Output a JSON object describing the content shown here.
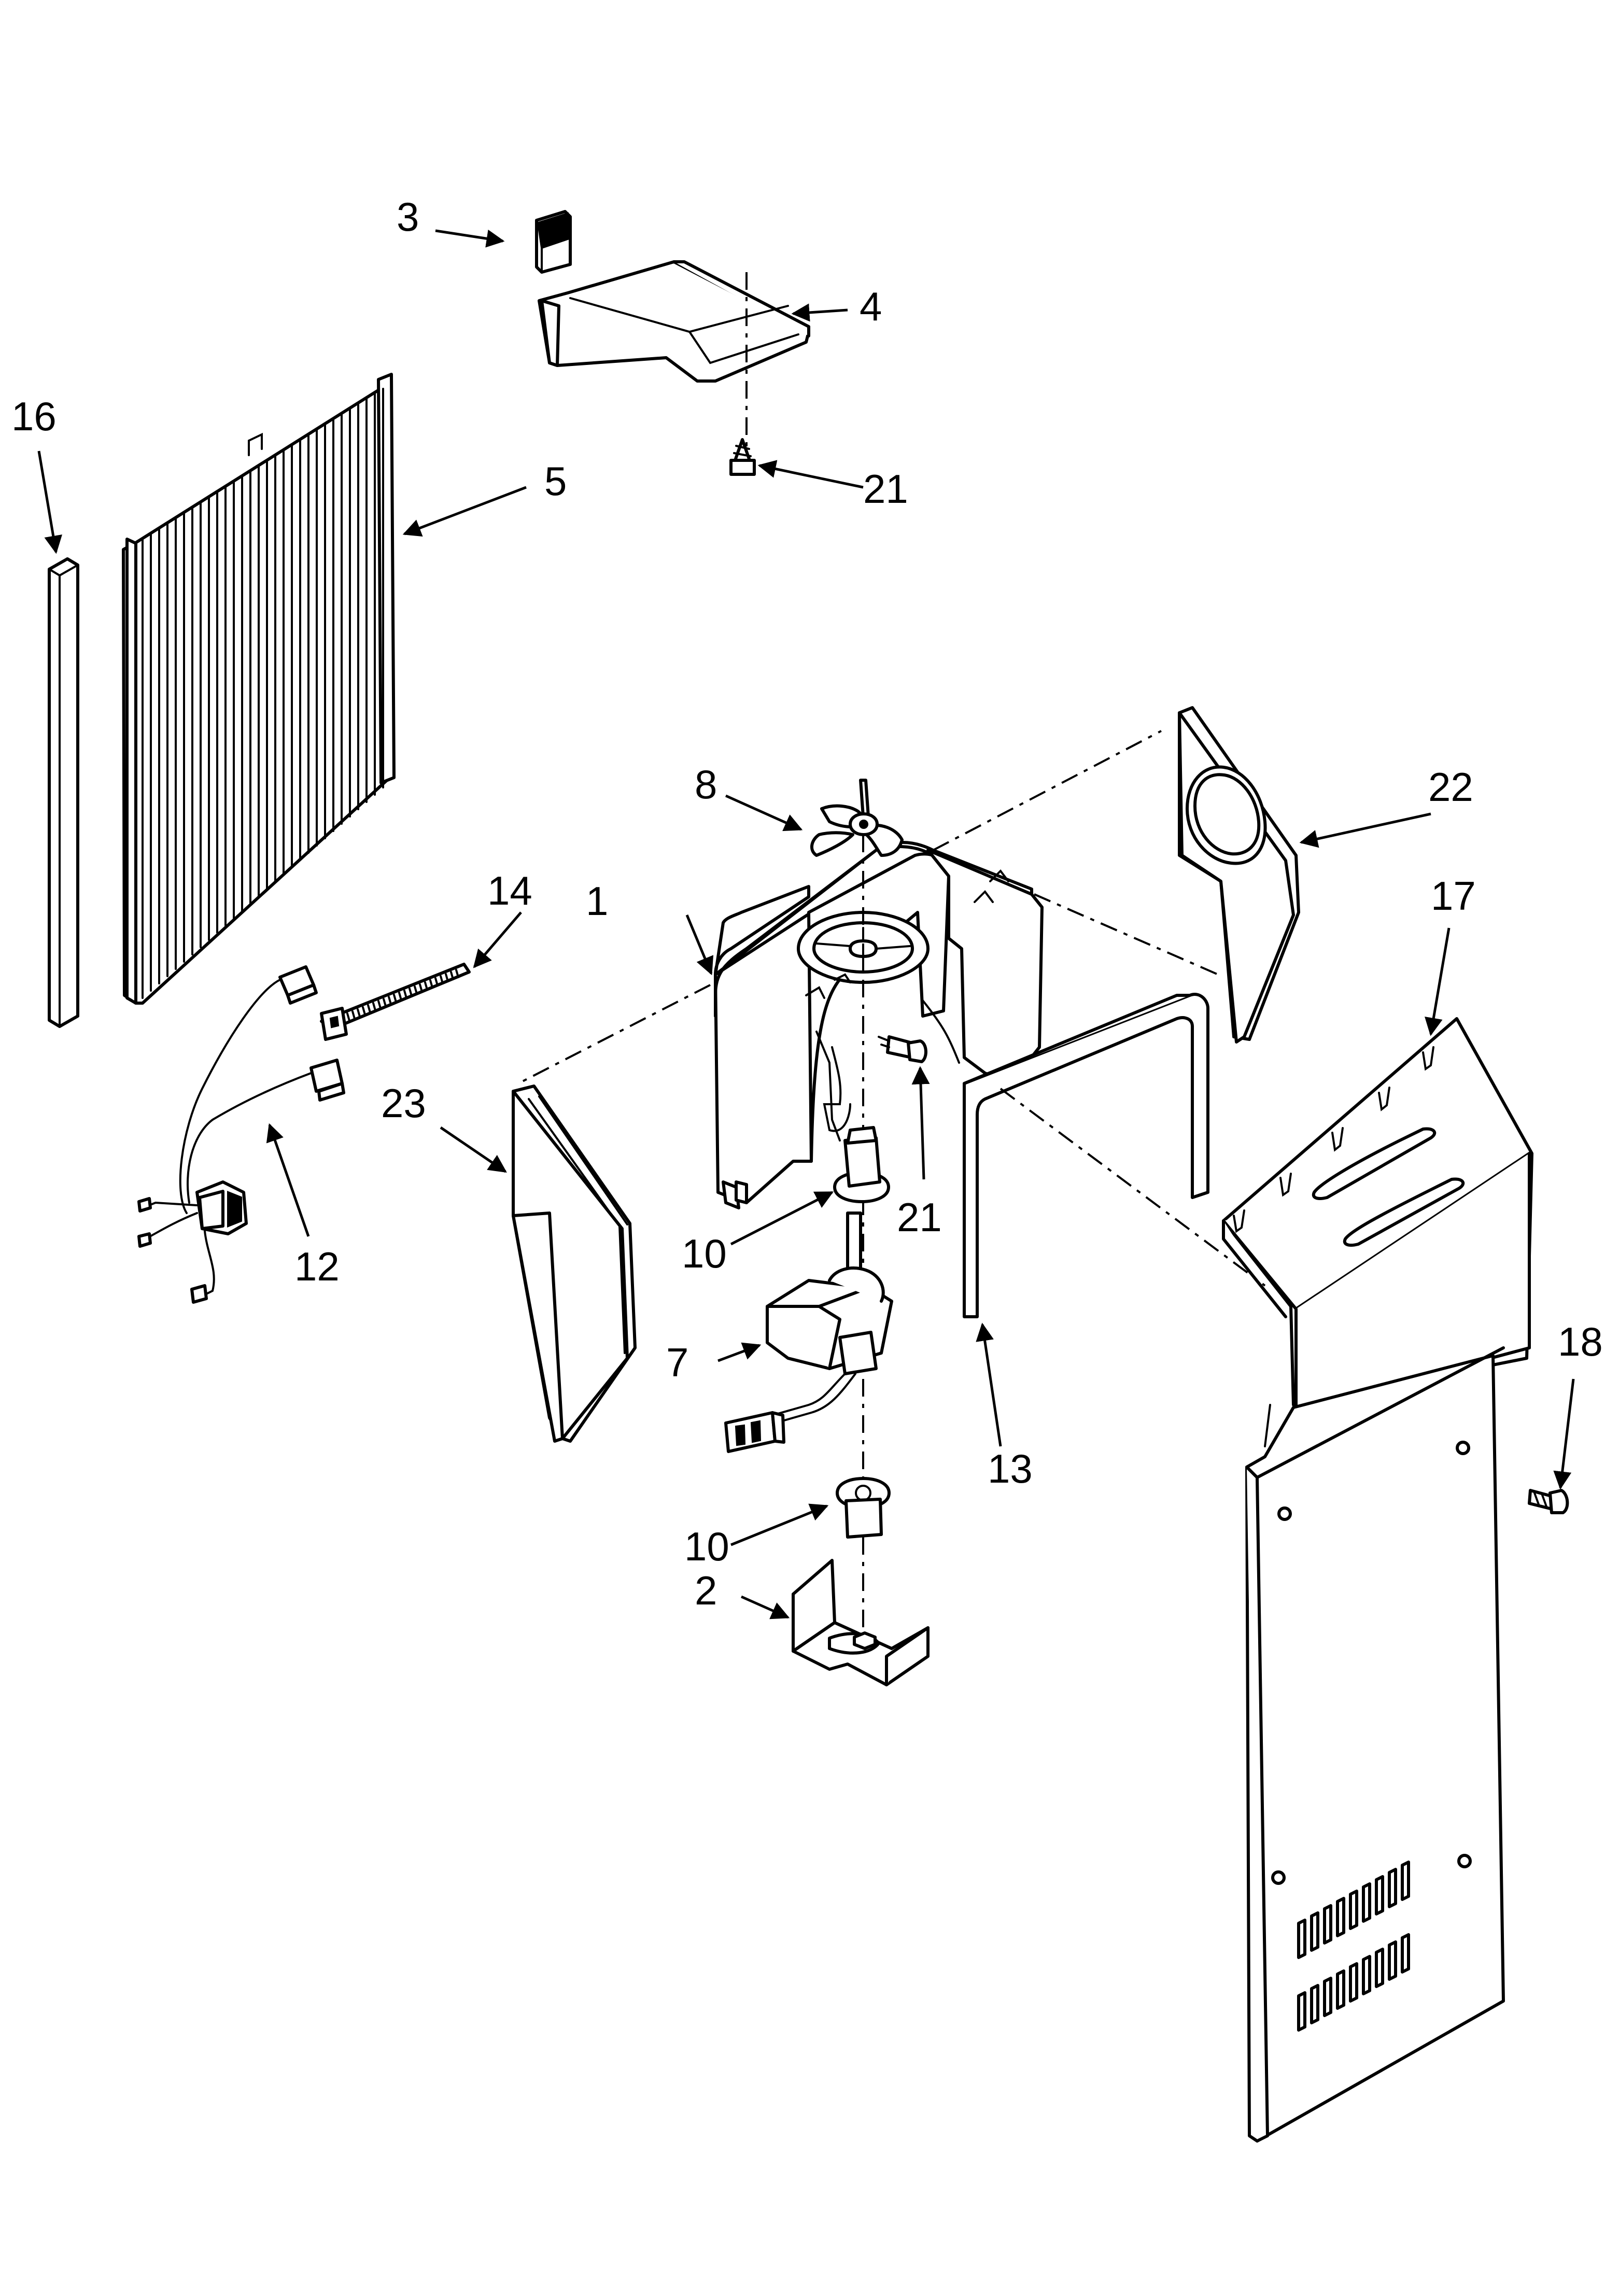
{
  "callouts": {
    "c1": "1",
    "c2": "2",
    "c3": "3",
    "c4": "4",
    "c5": "5",
    "c7": "7",
    "c8": "8",
    "c10a": "10",
    "c10b": "10",
    "c12": "12",
    "c13": "13",
    "c14": "14",
    "c16": "16",
    "c17": "17",
    "c18": "18",
    "c21a": "21",
    "c21b": "21",
    "c22": "22",
    "c23": "23"
  },
  "colors": {
    "line": "#000000",
    "paper": "#ffffff"
  }
}
